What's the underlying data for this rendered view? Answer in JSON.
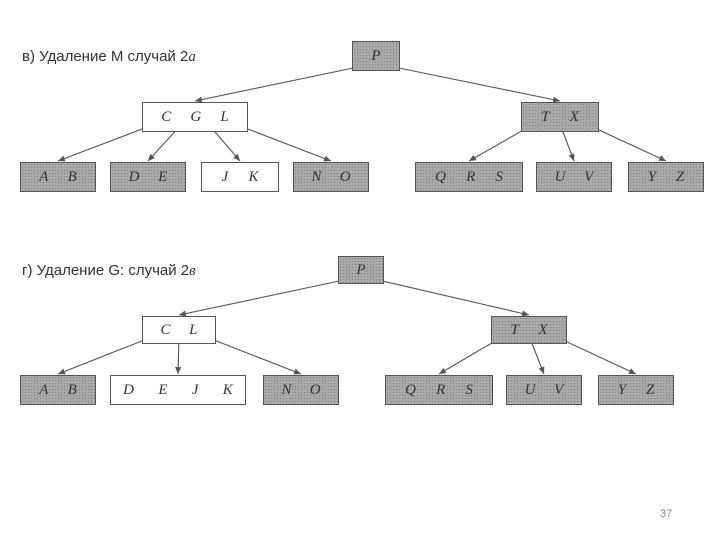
{
  "captions": {
    "top": {
      "prefix": "в) Удаление M  случай 2",
      "suffix": "a"
    },
    "bottom": {
      "prefix": "г) Удаление G: случай 2",
      "suffix": "в"
    }
  },
  "page_number": "37",
  "colors": {
    "shaded": "#a9a9a9",
    "white": "#ffffff",
    "line": "#555555"
  },
  "trees": [
    {
      "nodes": [
        {
          "id": "t1-root",
          "keys": [
            "P"
          ],
          "shaded": true
        },
        {
          "id": "t1-left",
          "keys": [
            "C",
            "G",
            "L"
          ],
          "shaded": false
        },
        {
          "id": "t1-right",
          "keys": [
            "T",
            "X"
          ],
          "shaded": true
        },
        {
          "id": "t1-ab",
          "keys": [
            "A",
            "B"
          ],
          "shaded": true
        },
        {
          "id": "t1-de",
          "keys": [
            "D",
            "E"
          ],
          "shaded": true
        },
        {
          "id": "t1-jk",
          "keys": [
            "J",
            "K"
          ],
          "shaded": false
        },
        {
          "id": "t1-no",
          "keys": [
            "N",
            "O"
          ],
          "shaded": true
        },
        {
          "id": "t1-qrs",
          "keys": [
            "Q",
            "R",
            "S"
          ],
          "shaded": true
        },
        {
          "id": "t1-uv",
          "keys": [
            "U",
            "V"
          ],
          "shaded": true
        },
        {
          "id": "t1-yz",
          "keys": [
            "Y",
            "Z"
          ],
          "shaded": true
        }
      ],
      "edges": [
        [
          "t1-root",
          "t1-left"
        ],
        [
          "t1-root",
          "t1-right"
        ],
        [
          "t1-left",
          "t1-ab"
        ],
        [
          "t1-left",
          "t1-de"
        ],
        [
          "t1-left",
          "t1-jk"
        ],
        [
          "t1-left",
          "t1-no"
        ],
        [
          "t1-right",
          "t1-qrs"
        ],
        [
          "t1-right",
          "t1-uv"
        ],
        [
          "t1-right",
          "t1-yz"
        ]
      ]
    },
    {
      "nodes": [
        {
          "id": "t2-root",
          "keys": [
            "P"
          ],
          "shaded": true
        },
        {
          "id": "t2-left",
          "keys": [
            "C",
            "L"
          ],
          "shaded": false
        },
        {
          "id": "t2-right",
          "keys": [
            "T",
            "X"
          ],
          "shaded": true
        },
        {
          "id": "t2-ab",
          "keys": [
            "A",
            "B"
          ],
          "shaded": true
        },
        {
          "id": "t2-dejk",
          "keys": [
            "D",
            "E",
            "J",
            "K"
          ],
          "shaded": false
        },
        {
          "id": "t2-no",
          "keys": [
            "N",
            "O"
          ],
          "shaded": true
        },
        {
          "id": "t2-qrs",
          "keys": [
            "Q",
            "R",
            "S"
          ],
          "shaded": true
        },
        {
          "id": "t2-uv",
          "keys": [
            "U",
            "V"
          ],
          "shaded": true
        },
        {
          "id": "t2-yz",
          "keys": [
            "Y",
            "Z"
          ],
          "shaded": true
        }
      ],
      "edges": [
        [
          "t2-root",
          "t2-left"
        ],
        [
          "t2-root",
          "t2-right"
        ],
        [
          "t2-left",
          "t2-ab"
        ],
        [
          "t2-left",
          "t2-dejk"
        ],
        [
          "t2-left",
          "t2-no"
        ],
        [
          "t2-right",
          "t2-qrs"
        ],
        [
          "t2-right",
          "t2-uv"
        ],
        [
          "t2-right",
          "t2-yz"
        ]
      ]
    }
  ]
}
